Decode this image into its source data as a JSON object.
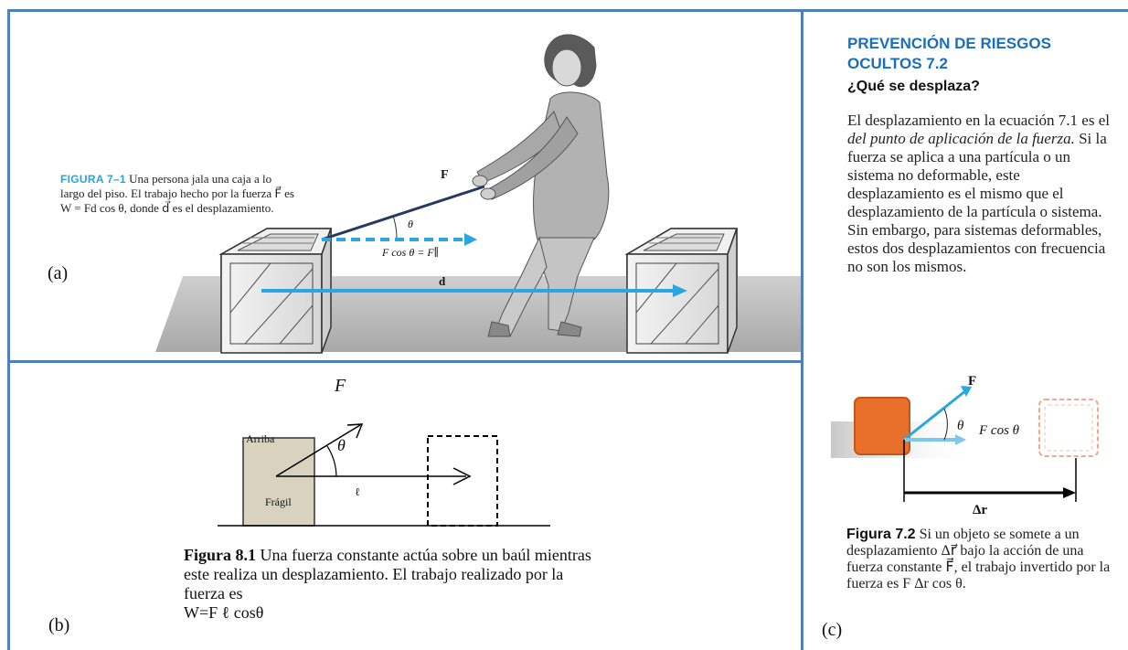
{
  "panel_a": {
    "caption_label": "FIGURA 7–1",
    "caption_text": "Una persona jala una caja a lo largo del piso. El trabajo hecho por la fuerza F⃗ es W = Fd cos θ, donde d⃗ es el desplazamiento.",
    "force_label": "F⃗",
    "angle_label": "θ",
    "component_label": "F cos θ = F∥",
    "displacement_label": "d⃗",
    "tag": "(a)"
  },
  "panel_b": {
    "force_label": "F⃗",
    "angle_label": "θ",
    "box_top_text": "Arriba",
    "box_text": "Frágil",
    "length_label": "ℓ",
    "caption_label": "Figura 8.1",
    "caption_text": "Una fuerza constante actúa sobre un baúl mientras este realiza un desplazamiento. El trabajo realizado por la fuerza es",
    "caption_formula": "W=F ℓ cosθ",
    "tag": "(b)"
  },
  "panel_c": {
    "title_line1": "PREVENCIÓN DE RIESGOS",
    "title_line2": "OCULTOS 7.2",
    "subtitle": "¿Qué se desplaza?",
    "body_part1": "El desplazamiento en la ecuación 7.1 es el",
    "body_italic": "del punto de aplicación de la fuerza.",
    "body_part2": "Si la fuerza se aplica a una partícula o un sistema no deformable, este desplazamiento es el mismo que el desplazamiento de la partícula o sistema. Sin embargo, para sistemas deformables, estos dos desplazamientos con frecuencia no son los mismos.",
    "force_label": "F⃗",
    "angle_label": "θ",
    "component_label": "F cos θ",
    "displacement_label": "Δr⃗",
    "caption_label": "Figura 7.2",
    "caption_text": "Si un objeto se somete a un desplazamiento Δr⃗ bajo la acción de una fuerza constante F⃗, el trabajo invertido por la fuerza es F Δr cos θ.",
    "tag": "(c)"
  },
  "colors": {
    "frame": "#4f7fbf",
    "arrow_blue": "#2aa6e0",
    "title_blue": "#1a6fba",
    "box_orange": "#e8702a"
  }
}
